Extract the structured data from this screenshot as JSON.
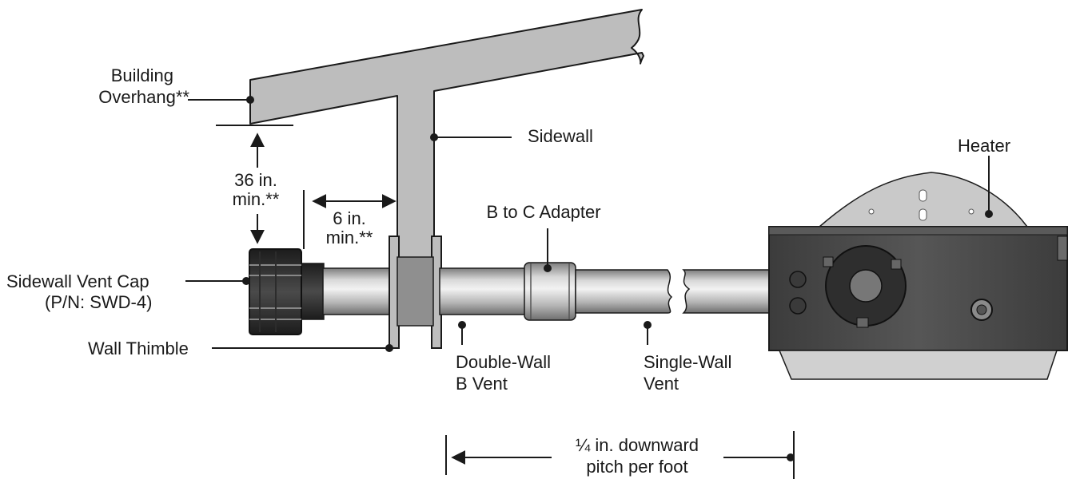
{
  "labels": {
    "building_overhang": [
      "Building",
      "Overhang**"
    ],
    "sidewall": "Sidewall",
    "heater": "Heater",
    "clearance_36": [
      "36 in.",
      "min.**"
    ],
    "clearance_6": [
      "6 in.",
      "min.**"
    ],
    "b_to_c_adapter": "B to C Adapter",
    "sidewall_vent_cap": [
      "Sidewall Vent Cap",
      "(P/N: SWD-4)"
    ],
    "wall_thimble": "Wall Thimble",
    "double_wall_vent": [
      "Double-Wall",
      "B Vent"
    ],
    "single_wall_vent": [
      "Single-Wall",
      "Vent"
    ],
    "pitch": [
      "¼ in. downward",
      "pitch per foot"
    ]
  },
  "colors": {
    "structure_fill": "#bdbdbd",
    "pipe_light": "#e4e4e4",
    "pipe_dark": "#8a8a8a",
    "heater_body": "#4a4a4a",
    "heater_bracket": "#c9c9c9",
    "ink": "#1a1a1a"
  }
}
